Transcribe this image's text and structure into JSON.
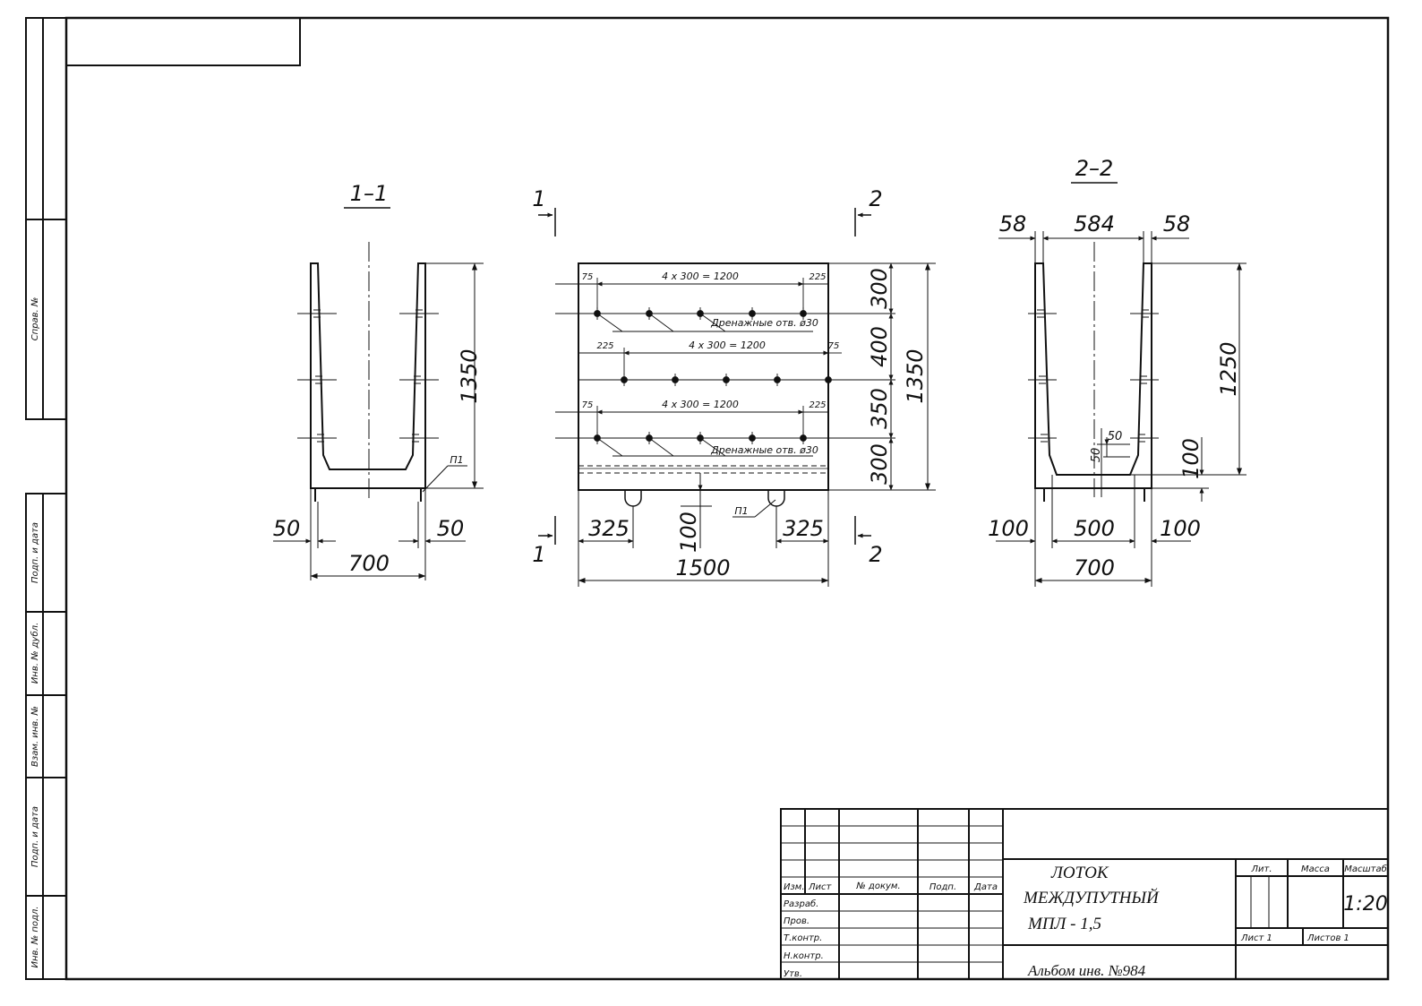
{
  "side_stamp": {
    "sprav_no": "Справ. №",
    "podp_data_1": "Подп. и дата",
    "inv_no_dubl": "Инв. № дубл.",
    "vzam_inv_no": "Взам. инв. №",
    "podp_data_2": "Подп. и дата",
    "inv_no_podl": "Инв. № подл."
  },
  "section_1": {
    "label": "1–1",
    "dim_height": "1350",
    "dim_wall_left": "50",
    "dim_wall_right": "50",
    "dim_width": "700",
    "leader_label": "П1"
  },
  "front_view": {
    "cut1_top": "1",
    "cut1_bottom": "1",
    "cut2_top": "2",
    "cut2_bottom": "2",
    "row1": {
      "left": "75",
      "span": "4 x 300 = 1200",
      "right": "225",
      "note": "Дренажные отв. ø30"
    },
    "row2": {
      "left": "225",
      "span": "4 x 300 = 1200",
      "right": "75"
    },
    "row3": {
      "left": "75",
      "span": "4 x 300 = 1200",
      "right": "225",
      "note": "Дренажные отв. ø30"
    },
    "dims_right": [
      "300",
      "400",
      "350",
      "300"
    ],
    "dim_total_height": "1350",
    "dim_left": "325",
    "dim_right": "325",
    "dim_mid": "100",
    "dim_length": "1500",
    "leader_label": "П1"
  },
  "section_2": {
    "label": "2–2",
    "dim_top_left": "58",
    "dim_top_mid": "584",
    "dim_top_right": "58",
    "dim_height": "1250",
    "dim_inner_a": "50",
    "dim_inner_b": "50",
    "dim_floor": "100",
    "dim_bottom_left": "100",
    "dim_bottom_mid": "500",
    "dim_bottom_right": "100",
    "dim_width": "700"
  },
  "title_block": {
    "col_izm": "Изм.",
    "col_list": "Лист",
    "col_doc": "№ докум.",
    "col_podp": "Подп.",
    "col_data": "Дата",
    "row_razrab": "Разраб.",
    "row_prov": "Пров.",
    "row_tkontr": "Т.контр.",
    "row_nkontr": "Н.контр.",
    "row_utv": "Утв.",
    "title_line1": "ЛОТОК",
    "title_line2": "МЕЖДУПУТНЫЙ",
    "title_line3": "МПЛ - 1,5",
    "lit": "Лит.",
    "massa": "Масса",
    "masshtab": "Масштаб",
    "scale": "1:20",
    "sheet": "Лист 1",
    "sheets": "Листов 1",
    "album": "Альбом инв. №984"
  }
}
